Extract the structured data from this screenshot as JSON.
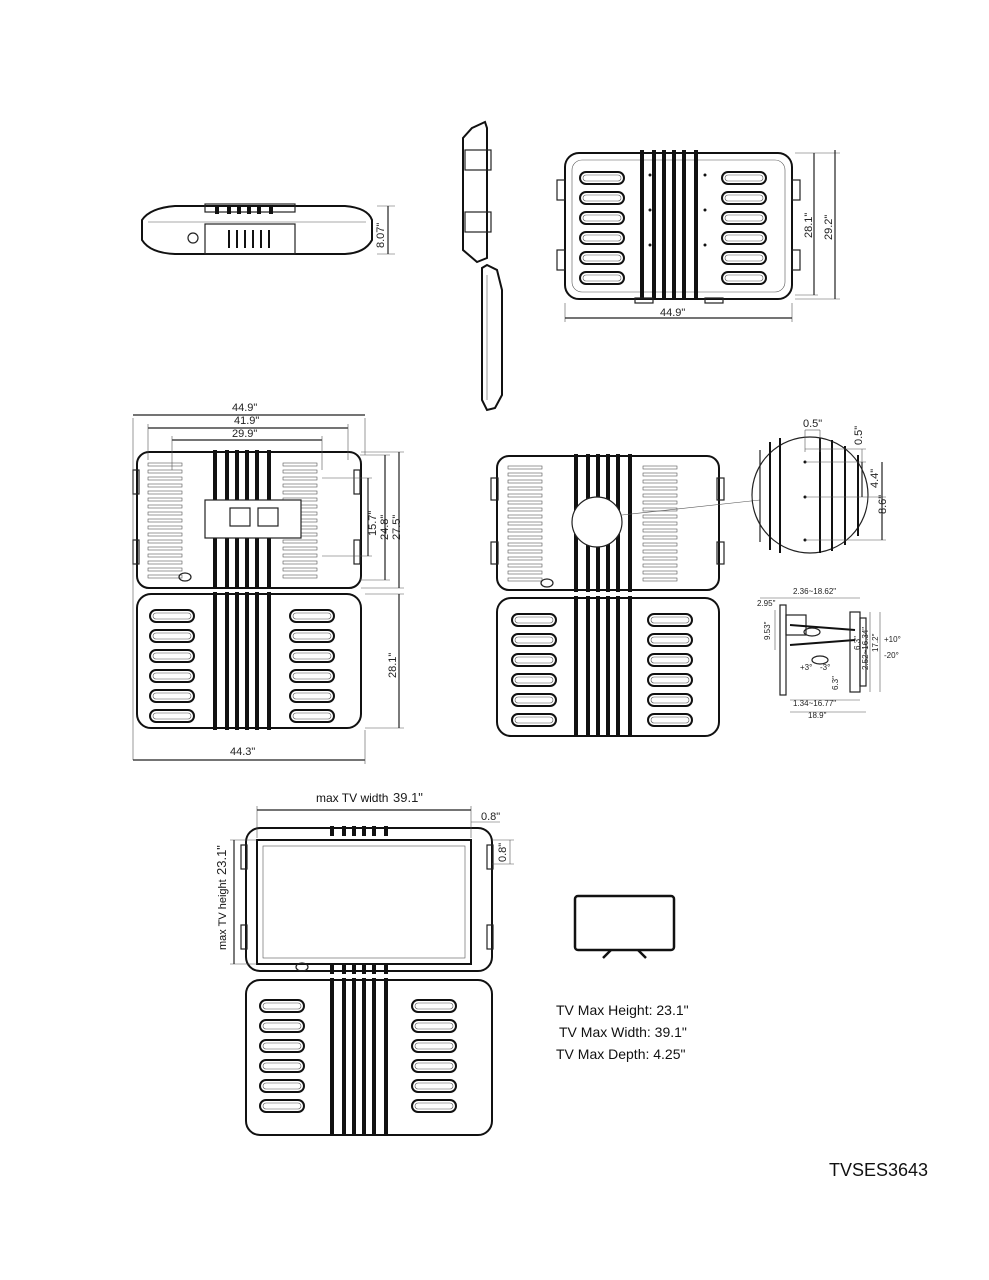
{
  "top_side_view": {
    "height_label": "8.07\""
  },
  "top_right_view": {
    "width_label": "44.9\"",
    "h1_label": "28.1\"",
    "h2_label": "29.2\""
  },
  "mid_left_view": {
    "w1_label": "44.9\"",
    "w2_label": "41.9\"",
    "w3_label": "29.9\"",
    "v1_label": "15.7\"",
    "v2_label": "24.8\"",
    "v3_label": "27.5\"",
    "v4_label": "28.1\"",
    "bottom_label": "44.3\""
  },
  "detail_circle": {
    "a_label": "0.5\"",
    "b_label": "0.5\"",
    "c_label": "4.4\"",
    "d_label": "8.6\""
  },
  "arm_side_view": {
    "l1": "2.36~18.62\"",
    "l2": "2.95\"",
    "l3": "9.53\"",
    "l4": "6.3\"",
    "l5": "2.52~16.34\"",
    "l6": "17.2\"",
    "l7": "+10°",
    "l8": "-20°",
    "l9": "+3°",
    "l10": "-3°",
    "l11": "1.34~16.77\"",
    "l12": "18.9\"",
    "l13": "6.3\""
  },
  "bottom_view": {
    "max_width_prefix": "max TV width",
    "max_width_value": "39.1\"",
    "max_height_prefix": "max TV height",
    "max_height_value": "23.1\"",
    "margin_top": "0.8\"",
    "margin_side": "0.8\""
  },
  "specs": {
    "height": "TV Max Height: 23.1\"",
    "width": "TV Max Width: 39.1\"",
    "depth": "TV Max Depth: 4.25\""
  },
  "model_code": "TVSES3643"
}
